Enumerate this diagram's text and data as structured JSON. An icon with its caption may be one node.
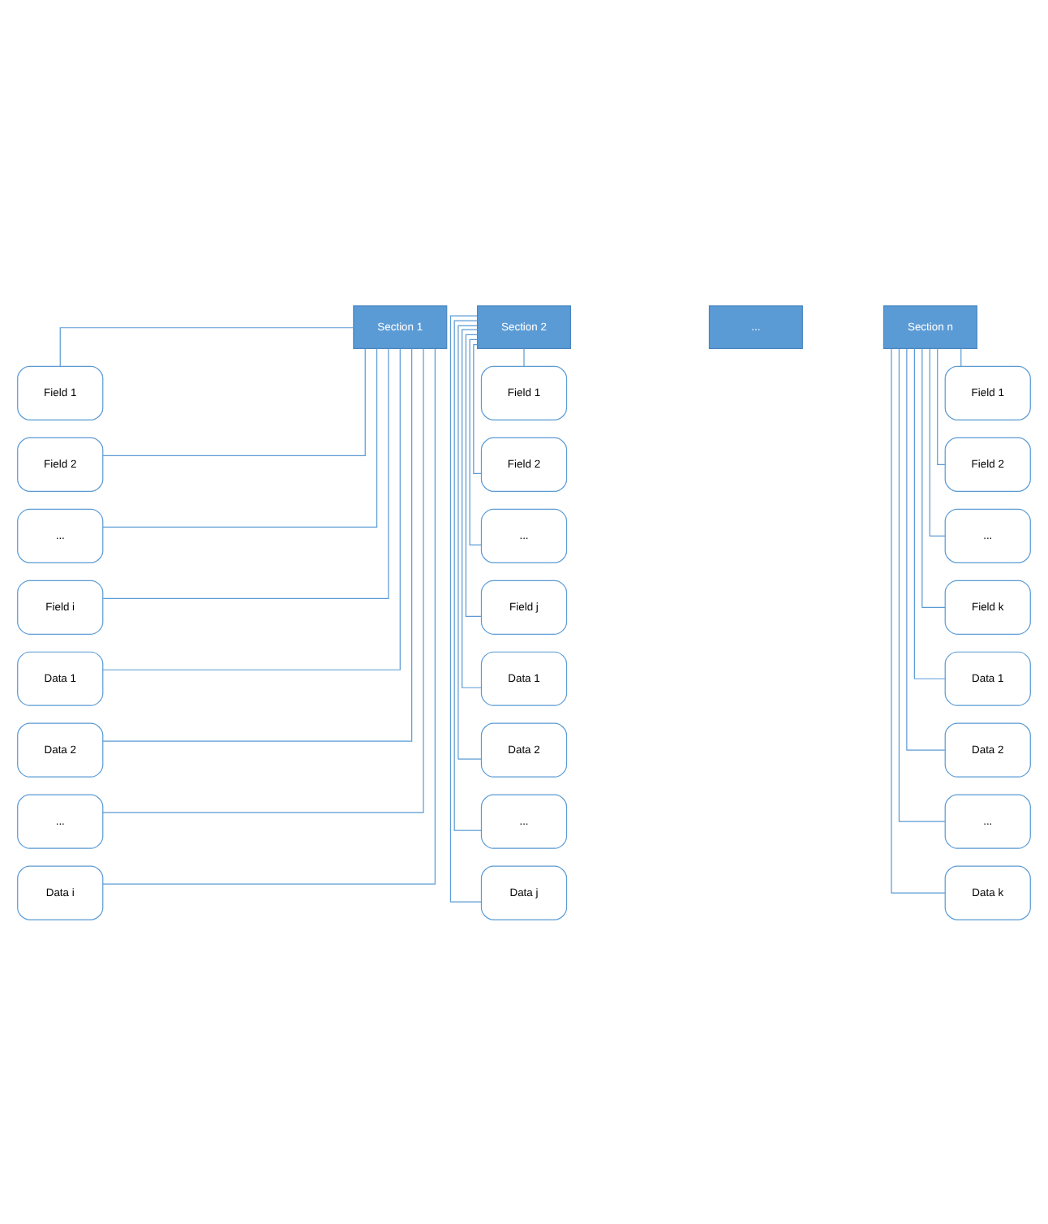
{
  "diagram": {
    "nodes": [
      {
        "text": [
          "Section 1"
        ]
      },
      {
        "text": [
          "Field 1"
        ]
      },
      {
        "text": [
          "Field 2"
        ]
      },
      {
        "text": [
          "..."
        ]
      },
      {
        "text": [
          "Field i"
        ]
      },
      {
        "text": [
          "Data 1"
        ]
      },
      {
        "text": [
          "Data 2"
        ]
      },
      {
        "text": [
          "..."
        ]
      },
      {
        "text": [
          "Data i"
        ]
      },
      {
        "text": [
          "Section 2"
        ]
      },
      {
        "text": [
          "Field 1"
        ]
      },
      {
        "text": [
          "Field 2"
        ]
      },
      {
        "text": [
          "..."
        ]
      },
      {
        "text": [
          "Field j"
        ]
      },
      {
        "text": [
          "Data 1"
        ]
      },
      {
        "text": [
          "Data 2"
        ]
      },
      {
        "text": [
          "..."
        ]
      },
      {
        "text": [
          "Data j"
        ]
      },
      {
        "text": [
          "..."
        ]
      },
      {
        "text": [
          "Section n"
        ]
      },
      {
        "text": [
          "Field 1"
        ]
      },
      {
        "text": [
          "Field 2"
        ]
      },
      {
        "text": [
          "..."
        ]
      },
      {
        "text": [
          "Field k"
        ]
      },
      {
        "text": [
          "Data 1"
        ]
      },
      {
        "text": [
          "Data 2"
        ]
      },
      {
        "text": [
          "..."
        ]
      },
      {
        "text": [
          "Data k"
        ]
      }
    ],
    "edges": [
      {
        "from": 0,
        "to": 1,
        "arrow": "none"
      },
      {
        "from": 0,
        "to": 2,
        "arrow": "none"
      },
      {
        "from": 0,
        "to": 3,
        "arrow": "none"
      },
      {
        "from": 0,
        "to": 4,
        "arrow": "none"
      },
      {
        "from": 0,
        "to": 5,
        "arrow": "none"
      },
      {
        "from": 0,
        "to": 6,
        "arrow": "none"
      },
      {
        "from": 0,
        "to": 7,
        "arrow": "none"
      },
      {
        "from": 0,
        "to": 8,
        "arrow": "none"
      },
      {
        "from": 9,
        "to": 10,
        "arrow": "none"
      },
      {
        "from": 9,
        "to": 11,
        "arrow": "none"
      },
      {
        "from": 9,
        "to": 12,
        "arrow": "none"
      },
      {
        "from": 9,
        "to": 13,
        "arrow": "none"
      },
      {
        "from": 9,
        "to": 14,
        "arrow": "none"
      },
      {
        "from": 9,
        "to": 15,
        "arrow": "none"
      },
      {
        "from": 9,
        "to": 16,
        "arrow": "none"
      },
      {
        "from": 9,
        "to": 17,
        "arrow": "none"
      },
      {
        "from": 19,
        "to": 20,
        "arrow": "none"
      },
      {
        "from": 19,
        "to": 21,
        "arrow": "none"
      },
      {
        "from": 19,
        "to": 22,
        "arrow": "none"
      },
      {
        "from": 19,
        "to": 23,
        "arrow": "none"
      },
      {
        "from": 19,
        "to": 24,
        "arrow": "none"
      },
      {
        "from": 19,
        "to": 25,
        "arrow": "none"
      },
      {
        "from": 19,
        "to": 26,
        "arrow": "none"
      },
      {
        "from": 19,
        "to": 27,
        "arrow": "none"
      }
    ]
  }
}
